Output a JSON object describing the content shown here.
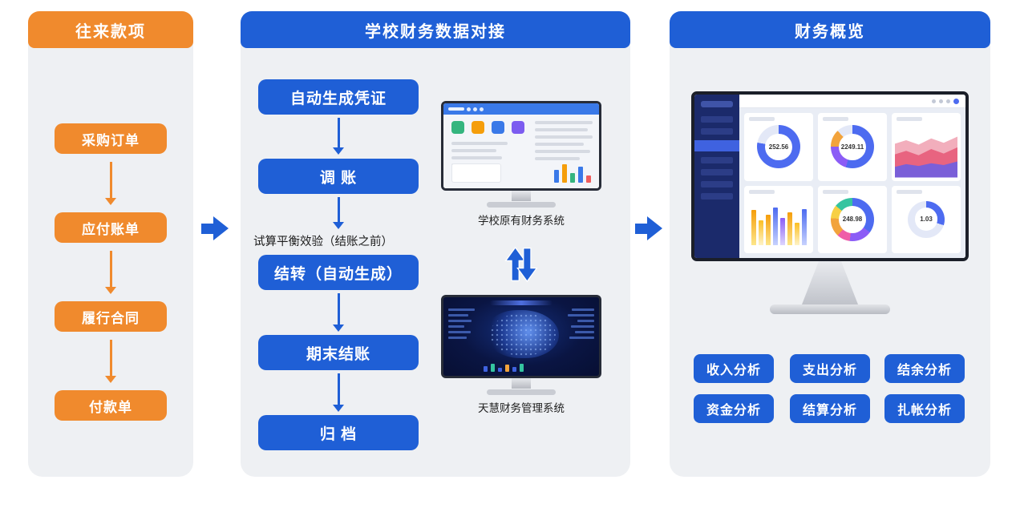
{
  "panels": {
    "left": {
      "title": "往来款项",
      "steps": [
        "采购订单",
        "应付账单",
        "履行合同",
        "付款单"
      ]
    },
    "middle": {
      "title": "学校财务数据对接",
      "steps": [
        "自动生成凭证",
        "调 账",
        "结转（自动生成）",
        "期末结账",
        "归 档"
      ],
      "note": "试算平衡效验（结账之前）",
      "monitors": {
        "top_caption": "学校原有财务系统",
        "bottom_caption": "天慧财务管理系统"
      }
    },
    "right": {
      "title": "财务概览",
      "metrics": {
        "d1": "252.56",
        "d2": "2249.11",
        "d5": "248.98",
        "d6": "1.03"
      },
      "buttons": [
        "收入分析",
        "支出分析",
        "结余分析",
        "资金分析",
        "结算分析",
        "扎帐分析"
      ]
    }
  },
  "colors": {
    "orange": "#f08a2d",
    "blue": "#1f5fd6",
    "panel_bg": "#eef0f3"
  }
}
